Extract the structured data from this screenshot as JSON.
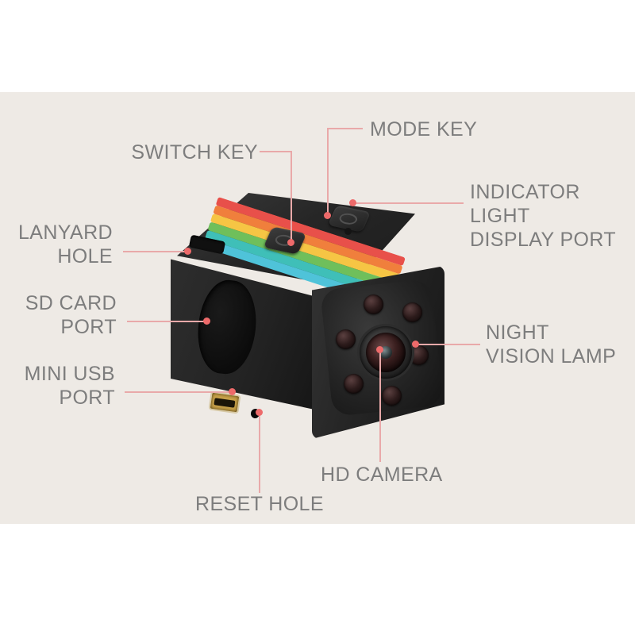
{
  "figure": {
    "title": "Mini cube camera annotated diagram",
    "background_outer": "#FFFFFF",
    "background_panel": "#EEEAE5",
    "label_color": "#7D7D7D",
    "leader_color": "#E9A9A9",
    "dot_color": "#ED6A6A"
  },
  "labels": {
    "switch_key": "SWITCH KEY",
    "mode_key": "MODE KEY",
    "indicator_light_display_port": "INDICATOR LIGHT\nDISPLAY PORT",
    "lanyard_hole": "LANYARD\nHOLE",
    "sd_card_port": "SD CARD\nPORT",
    "mini_usb_port": "MINI USB\nPORT",
    "night_vision_lamp": "NIGHT\nVISION LAMP",
    "hd_camera": "HD CAMERA",
    "reset_hole": "RESET HOLE"
  },
  "device": {
    "body_color": "#262626",
    "rainbow_stripe": [
      "#E8504A",
      "#F07F3C",
      "#F6C544",
      "#6FBF5B",
      "#3FBFB8",
      "#4FC3D9"
    ],
    "ir_lamp_count": 6,
    "lens_color": "#3A1F1F",
    "usb_port_color": "#C9A24A"
  }
}
